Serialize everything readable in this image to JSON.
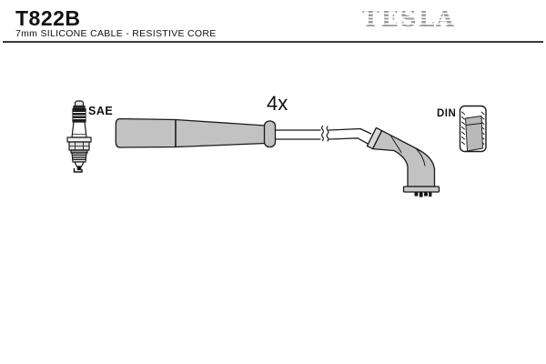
{
  "header": {
    "part_number": "T822B",
    "subtitle": "7mm SILICONE CABLE - RESISTIVE CORE",
    "brand": "TESLA"
  },
  "diagram": {
    "quantity_label": "4x",
    "left_terminal_label": "SAE",
    "right_terminal_label": "DIN"
  },
  "colors": {
    "outline": "#1a1a1a",
    "boot_fill": "#c2c2c2",
    "ferrule_fill": "#d8d8d8",
    "din_panel_fill": "#b9b9b9",
    "logo_gray": "#9b9b9b",
    "divider": "#3a3a3a"
  }
}
